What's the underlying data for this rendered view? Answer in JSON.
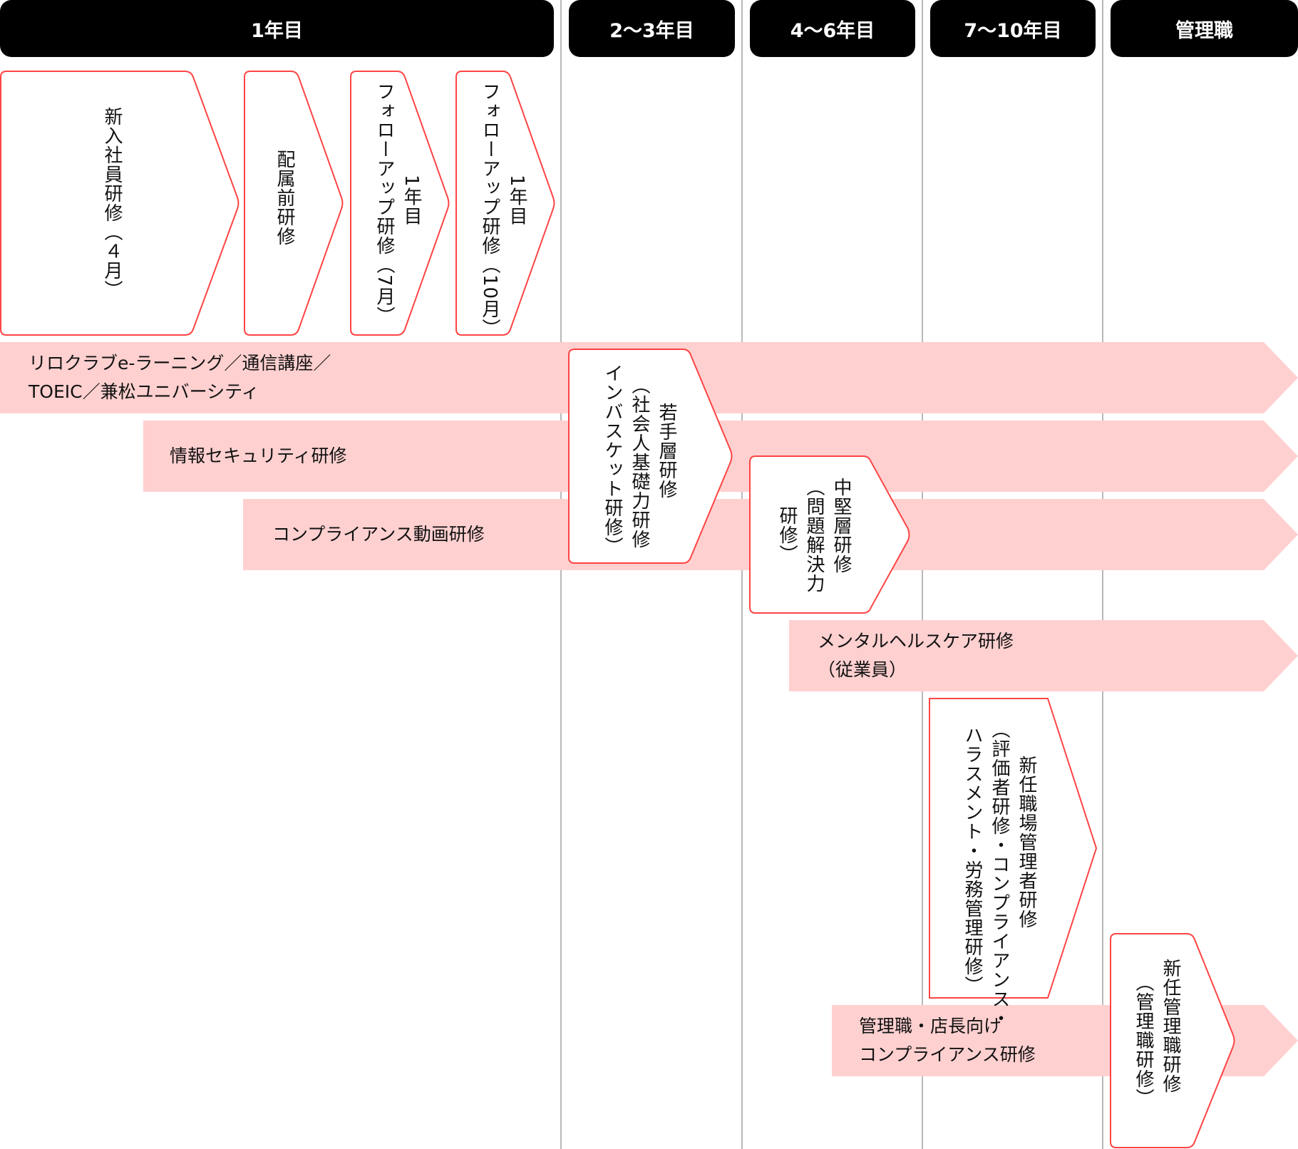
{
  "colors": {
    "header_bg": "#000000",
    "header_text": "#ffffff",
    "band_fill": "#ffd0d0",
    "chevron_border": "#ff4444",
    "chevron_fill": "#ffffff",
    "gridline": "#b8b8b8"
  },
  "headers": [
    {
      "label": "1年目"
    },
    {
      "label": "2〜3年目"
    },
    {
      "label": "4〜6年目"
    },
    {
      "label": "7〜10年目"
    },
    {
      "label": "管理職"
    }
  ],
  "bands": [
    {
      "lines": [
        "リロクラブe-ラーニング／通信講座／",
        "TOEIC／兼松ユニバーシティ"
      ]
    },
    {
      "lines": [
        "情報セキュリティ研修"
      ]
    },
    {
      "lines": [
        "コンプライアンス動画研修"
      ]
    },
    {
      "lines": [
        "メンタルヘルスケア研修",
        "（従業員）"
      ]
    },
    {
      "lines": [
        "管理職・店長向け",
        "コンプライアンス研修"
      ]
    }
  ],
  "chevrons": [
    {
      "lines": [
        "新入社員研修（４月）"
      ]
    },
    {
      "lines": [
        "配属前研修"
      ]
    },
    {
      "lines": [
        "1年目",
        "フォローアップ研修（7月）"
      ]
    },
    {
      "lines": [
        "1年目",
        "フォローアップ研修（10月）"
      ]
    },
    {
      "lines": [
        "若手層研修",
        "（社会人基礎力研修",
        "インバスケット研修）"
      ]
    },
    {
      "lines": [
        "中堅層研修",
        "（問題解決力",
        "研修）"
      ]
    },
    {
      "lines": [
        "新任職場管理者研修",
        "（評価者研修・コンプライアンス・",
        "ハラスメント・労務管理研修）"
      ]
    },
    {
      "lines": [
        "新任管理職研修",
        "（管理職研修）"
      ]
    }
  ]
}
